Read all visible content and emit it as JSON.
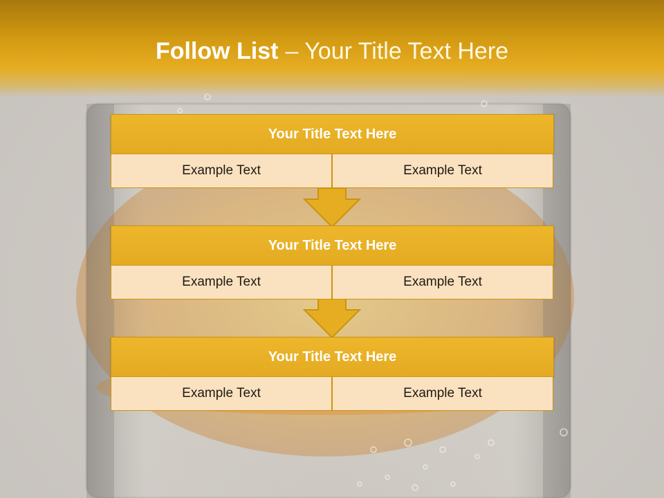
{
  "slide": {
    "title_bold": "Follow List",
    "title_rest": "– Your Title Text Here"
  },
  "flow": {
    "steps": [
      {
        "title": "Your Title Text Here",
        "left": "Example Text",
        "right": "Example Text"
      },
      {
        "title": "Your Title Text Here",
        "left": "Example Text",
        "right": "Example Text"
      },
      {
        "title": "Your Title Text Here",
        "left": "Example Text",
        "right": "Example Text"
      }
    ]
  },
  "colors": {
    "accent": "#e4ab22",
    "header_dark": "#a8780c",
    "cell_fill": "#fae1c0",
    "border": "#c99410"
  }
}
